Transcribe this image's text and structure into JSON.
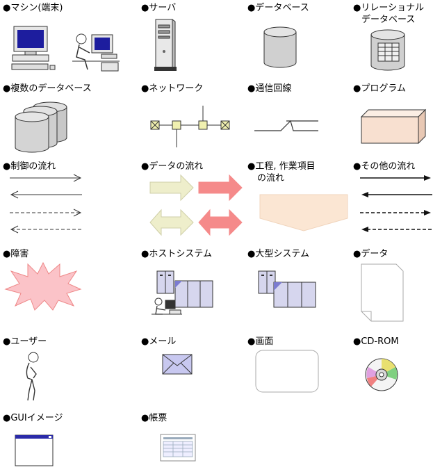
{
  "legend": {
    "machine": "●マシン(端末)",
    "server": "●サーバ",
    "database": "●データベース",
    "rdb_line1": "●リレーショナル",
    "rdb_line2": "データベース",
    "multi_db": "●複数のデータベース",
    "network": "●ネットワーク",
    "comm_line": "●通信回線",
    "program": "●プログラム",
    "control_flow": "●制御の流れ",
    "data_flow": "●データの流れ",
    "process_line1": "●工程, 作業項目",
    "process_line2": "の流れ",
    "other_flow": "●その他の流れ",
    "failure": "●障害",
    "host_system": "●ホストシステム",
    "large_system": "●大型システム",
    "data": "●データ",
    "user": "●ユーザー",
    "mail": "●メール",
    "screen": "●画面",
    "cdrom": "●CD-ROM",
    "gui_image": "●GUIイメージ",
    "form": "●帳票"
  },
  "colors": {
    "db_body": "#d0d0d0",
    "data_arrow_light": "#eeeecb",
    "data_arrow_red": "#f58a8a",
    "process_fill": "#fbe6d3",
    "program_fill": "#f8e0d0",
    "failure_fill": "#fbc3c8",
    "monitor_screen": "#1d1d9e",
    "system_box": "#d6d6ee",
    "mail_fill": "#c8c8f0",
    "gui_titlebar": "#2a2aa8",
    "node_fill": "#f0f0b0"
  }
}
